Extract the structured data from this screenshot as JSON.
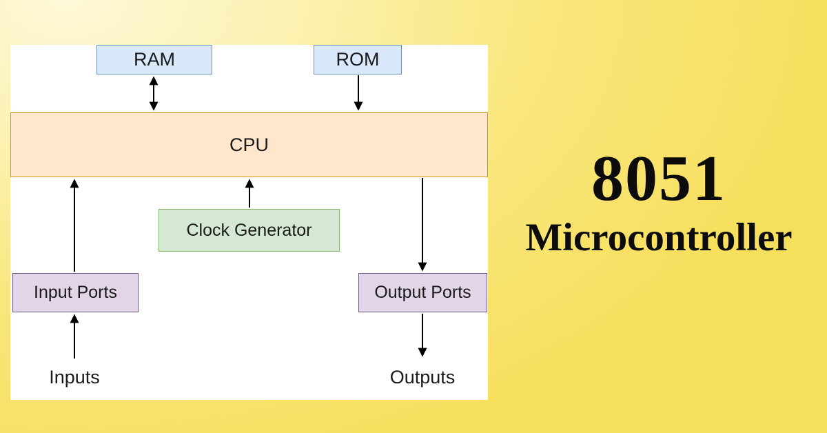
{
  "page": {
    "title_line1": "8051",
    "title_line2": "Microcontroller"
  },
  "diagram": {
    "blocks": {
      "ram": {
        "label": "RAM",
        "fill": "#dae8fc",
        "border": "#6c8ebf"
      },
      "rom": {
        "label": "ROM",
        "fill": "#dae8fc",
        "border": "#6c8ebf"
      },
      "cpu": {
        "label": "CPU",
        "fill": "#ffe6cc",
        "border": "#d79b00"
      },
      "clock_generator": {
        "label": "Clock Generator",
        "fill": "#d5e8d4",
        "border": "#82b366"
      },
      "input_ports": {
        "label": "Input Ports",
        "fill": "#e1d5e7",
        "border": "#6e5a7e"
      },
      "output_ports": {
        "label": "Output Ports",
        "fill": "#e1d5e7",
        "border": "#6e5a7e"
      }
    },
    "external_labels": {
      "inputs": "Inputs",
      "outputs": "Outputs"
    },
    "edges": [
      {
        "from": "ram",
        "to": "cpu",
        "direction": "bidirectional"
      },
      {
        "from": "rom",
        "to": "cpu",
        "direction": "down"
      },
      {
        "from": "input_ports",
        "to": "cpu",
        "direction": "up"
      },
      {
        "from": "clock_generator",
        "to": "cpu",
        "direction": "up"
      },
      {
        "from": "cpu",
        "to": "output_ports",
        "direction": "down"
      },
      {
        "from": "inputs",
        "to": "input_ports",
        "direction": "up"
      },
      {
        "from": "output_ports",
        "to": "outputs",
        "direction": "down"
      }
    ]
  },
  "colors": {
    "background_light": "#fdf8d8",
    "background_dark": "#f7df5e",
    "panel": "#ffffff",
    "arrow": "#000000",
    "text": "#1a1a1a",
    "title_text": "#0c0c0c"
  }
}
